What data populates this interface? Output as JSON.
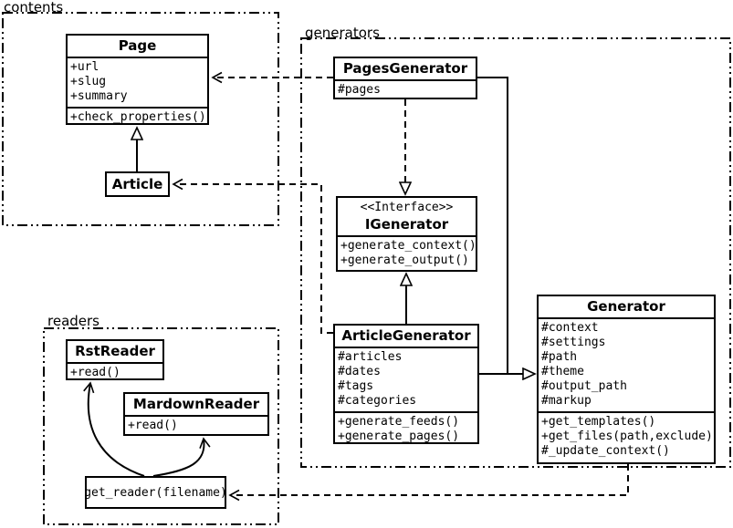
{
  "diagram": {
    "packages": {
      "contents": {
        "label": "contents"
      },
      "generators": {
        "label": "generators"
      },
      "readers": {
        "label": "readers"
      }
    },
    "classes": {
      "page": {
        "title": "Page",
        "attributes": [
          "+url",
          "+slug",
          "+summary"
        ],
        "methods": [
          "+check_properties()"
        ]
      },
      "article": {
        "title": "Article"
      },
      "pages_generator": {
        "title": "PagesGenerator",
        "attributes": [
          "#pages"
        ]
      },
      "igenerator": {
        "stereotype": "<<Interface>>",
        "title": "IGenerator",
        "methods": [
          "+generate_context()",
          "+generate_output()"
        ]
      },
      "article_generator": {
        "title": "ArticleGenerator",
        "attributes": [
          "#articles",
          "#dates",
          "#tags",
          "#categories"
        ],
        "methods": [
          "+generate_feeds()",
          "+generate_pages()"
        ]
      },
      "generator": {
        "title": "Generator",
        "attributes": [
          "#context",
          "#settings",
          "#path",
          "#theme",
          "#output_path",
          "#markup"
        ],
        "methods": [
          "+get_templates()",
          "+get_files(path,exclude)",
          "#_update_context()"
        ]
      },
      "rst_reader": {
        "title": "RstReader",
        "methods": [
          "+read()"
        ]
      },
      "mardown_reader": {
        "title": "MardownReader",
        "methods": [
          "+read()"
        ]
      },
      "get_reader": {
        "title": "get_reader(filename)"
      }
    }
  }
}
